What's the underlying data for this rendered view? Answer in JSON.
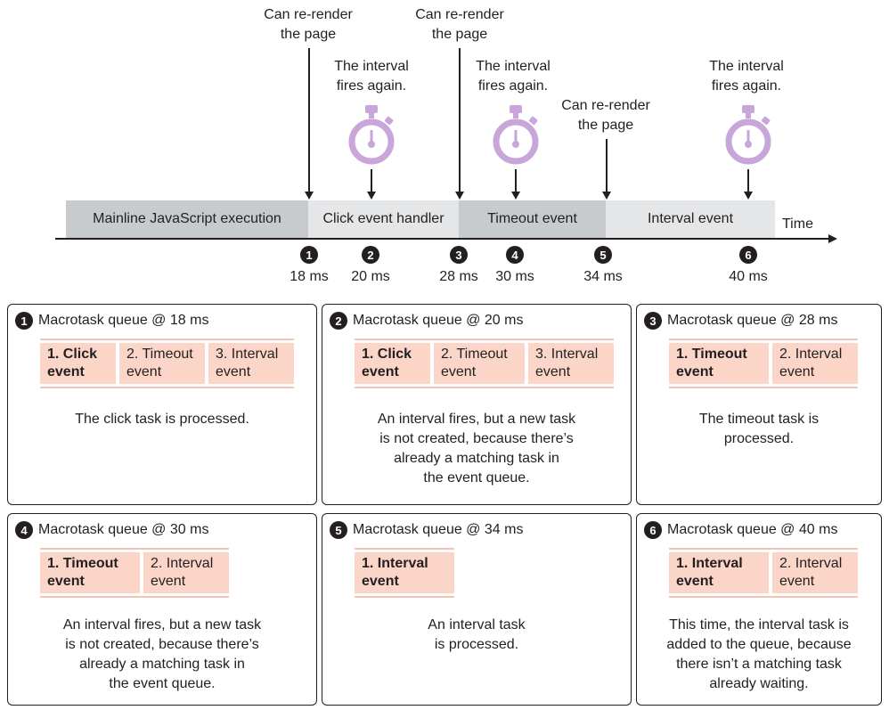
{
  "timeline": {
    "annotations": {
      "rerender_1": "Can re-render\nthe page",
      "rerender_2": "Can re-render\nthe page",
      "rerender_3": "Can re-render\nthe page",
      "interval_1": "The interval\nfires again.",
      "interval_2": "The interval\nfires again.",
      "interval_3": "The interval\nfires again."
    },
    "segments": {
      "mainline": "Mainline JavaScript execution",
      "click": "Click event handler",
      "timeout": "Timeout event",
      "interval": "Interval event"
    },
    "time_label": "Time",
    "markers": [
      {
        "num": "1",
        "ms": "18 ms"
      },
      {
        "num": "2",
        "ms": "20 ms"
      },
      {
        "num": "3",
        "ms": "28 ms"
      },
      {
        "num": "4",
        "ms": "30 ms"
      },
      {
        "num": "5",
        "ms": "34 ms"
      },
      {
        "num": "6",
        "ms": "40 ms"
      }
    ]
  },
  "colors": {
    "segment_dark": "#c8cbcd",
    "segment_light": "#e5e6e7",
    "stopwatch": "#c8a6d9",
    "queue_cell": "#fad5c8"
  },
  "icons": {
    "stopwatch": "stopwatch-icon"
  },
  "queues": [
    {
      "num": "1",
      "title": "Macrotask queue @ 18 ms",
      "items": [
        "1. Click\nevent",
        "2. Timeout\nevent",
        "3. Interval\nevent"
      ],
      "desc": "The click task is processed."
    },
    {
      "num": "2",
      "title": "Macrotask queue @ 20 ms",
      "items": [
        "1. Click\nevent",
        "2. Timeout\nevent",
        "3. Interval\nevent"
      ],
      "desc": "An interval fires, but a new task\nis not created, because there’s\nalready a matching task in\nthe event queue."
    },
    {
      "num": "3",
      "title": "Macrotask queue @ 28 ms",
      "items": [
        "1. Timeout\nevent",
        "2. Interval\nevent"
      ],
      "desc": "The timeout task is\nprocessed."
    },
    {
      "num": "4",
      "title": "Macrotask queue @ 30 ms",
      "items": [
        "1. Timeout\nevent",
        "2. Interval\nevent"
      ],
      "desc": "An interval fires, but a new task\nis not created, because there’s\nalready a matching task in\nthe event queue."
    },
    {
      "num": "5",
      "title": "Macrotask queue @ 34 ms",
      "items": [
        "1. Interval\nevent"
      ],
      "desc": "An interval task\nis processed."
    },
    {
      "num": "6",
      "title": "Macrotask queue @ 40 ms",
      "items": [
        "1. Interval\nevent",
        "2. Interval\nevent"
      ],
      "desc": "This time, the interval task is\nadded to the queue, because\nthere isn’t a matching task\nalready waiting."
    }
  ]
}
